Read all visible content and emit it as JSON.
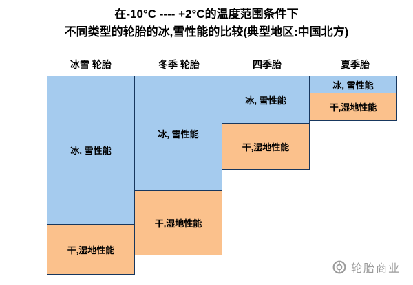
{
  "title": {
    "line1": "在-10°C ---- +2°C的温度范围条件下",
    "line2": "不同类型的轮胎的冰,雪性能的比较(典型地区:中国北方)"
  },
  "columns": [
    {
      "header": "冰雪 轮胎",
      "segments": [
        {
          "label": "冰, 雪性能",
          "kind": "ice-snow"
        },
        {
          "label": "干,湿地性能",
          "kind": "dry-wet"
        }
      ]
    },
    {
      "header": "冬季 轮胎",
      "segments": [
        {
          "label": "冰, 雪性能",
          "kind": "ice-snow"
        },
        {
          "label": "干,湿地性能",
          "kind": "dry-wet"
        }
      ]
    },
    {
      "header": "四季胎",
      "segments": [
        {
          "label": "冰, 雪性能",
          "kind": "ice-snow"
        },
        {
          "label": "干,湿地性能",
          "kind": "dry-wet"
        }
      ]
    },
    {
      "header": "夏季胎",
      "segments": [
        {
          "label": "冰, 雪性能",
          "kind": "ice-snow"
        },
        {
          "label": "干,湿地性能",
          "kind": "dry-wet"
        }
      ]
    }
  ],
  "watermark": {
    "icon": "tire-logo-icon",
    "text": "轮胎商业"
  },
  "colors": {
    "ice_snow_fill": "#A5CBEE",
    "dry_wet_fill": "#FBC18C",
    "segment_border": "#17375E",
    "watermark_gray": "#9B9B9B",
    "text": "#000000",
    "background": "#FFFFFF"
  },
  "chart_data": {
    "type": "bar",
    "variant": "stacked columns hanging from a common top baseline, stepped descending to the right",
    "title": "在-10°C ---- +2°C的温度范围条件下 不同类型的轮胎的冰,雪性能的比较(典型地区:中国北方)",
    "categories": [
      "冰雪 轮胎",
      "冬季 轮胎",
      "四季胎",
      "夏季胎"
    ],
    "series": [
      {
        "name": "冰, 雪性能",
        "color": "#A5CBEE",
        "values": [
          74,
          58,
          24,
          9
        ]
      },
      {
        "name": "干,湿地性能",
        "color": "#FBC18C",
        "values": [
          25,
          32,
          23,
          14
        ]
      }
    ],
    "value_units": "relative performance, % of full plot height (estimated from pixel sizes; no numeric axis shown)",
    "xlabel": "",
    "ylabel": "",
    "axes_visible": false,
    "grid": false,
    "legend_position": "labels printed inside each segment"
  }
}
